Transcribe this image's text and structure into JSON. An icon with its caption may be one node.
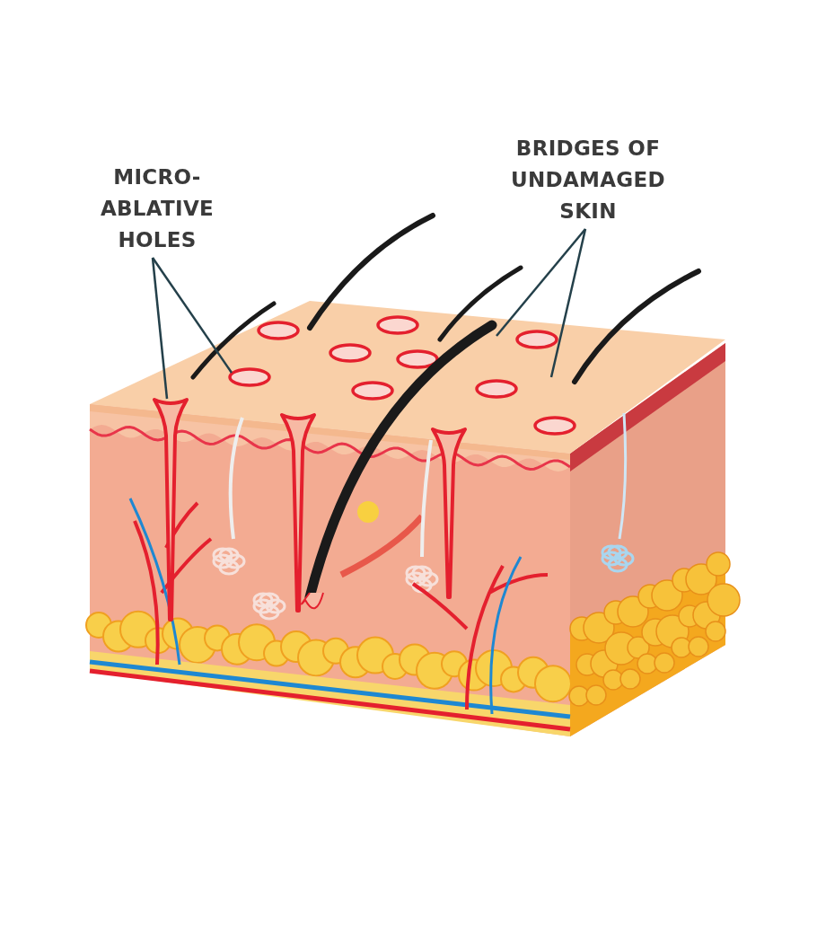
{
  "diagram": {
    "nodes": [
      {
        "text": [
          "MICRO-ABLATIVE HOLES"
        ]
      },
      {
        "text": [],
        "shape": "picture"
      },
      {
        "text": [],
        "shape": "circle"
      },
      {
        "text": [
          "BRIDGES OF UNDAMAGED SKIN"
        ]
      }
    ],
    "edges": [
      {
        "from": 0,
        "to": 1,
        "arrow": "none"
      },
      {
        "from": 0,
        "to": 2,
        "arrow": "none"
      },
      {
        "from": 3,
        "to": null,
        "arrow": "none"
      },
      {
        "from": 3,
        "to": null,
        "arrow": "none"
      }
    ]
  }
}
